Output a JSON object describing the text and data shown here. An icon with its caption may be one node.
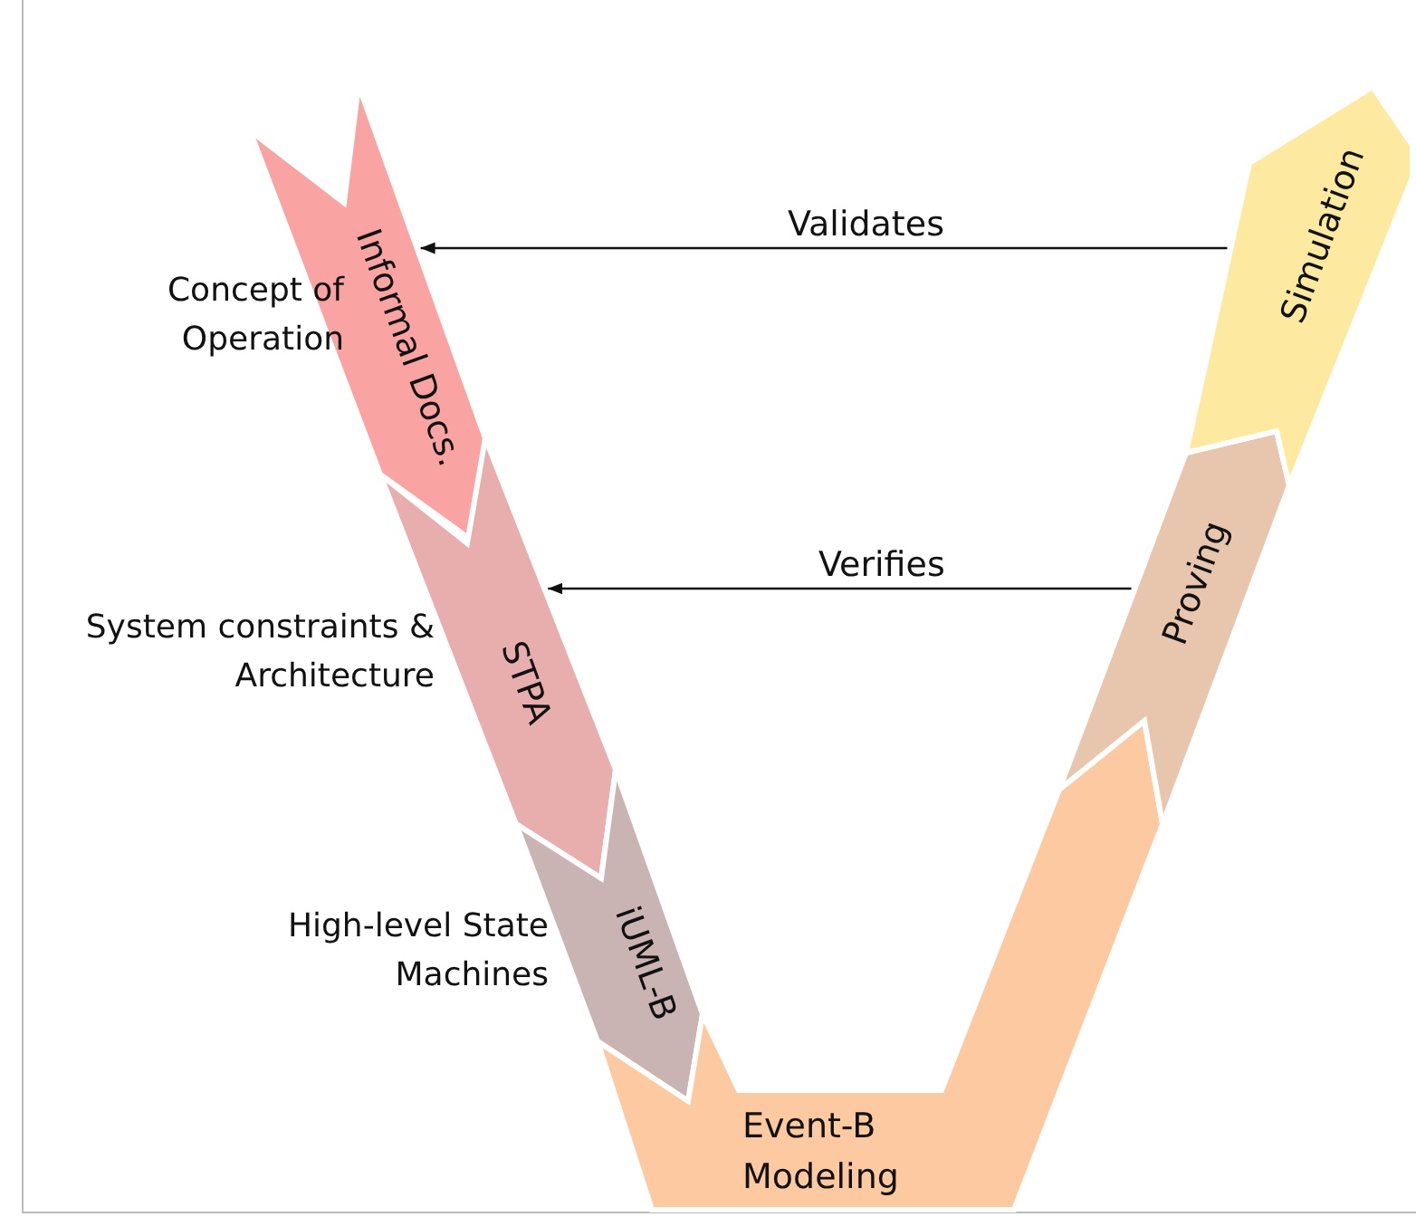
{
  "diagram": {
    "nodes": [
      {
        "text": [
          "Informal Docs."
        ],
        "beside": [
          "Concept of Operation"
        ]
      },
      {
        "text": [
          "STPA"
        ],
        "beside": [
          "System constraints & Architecture"
        ]
      },
      {
        "text": [
          "iUML-B"
        ],
        "beside": [
          "High-level State Machines"
        ]
      },
      {
        "text": [
          "Event-B Modeling"
        ]
      },
      {
        "text": [
          "Proving"
        ]
      },
      {
        "text": [
          "Simulation"
        ]
      }
    ],
    "edges": [
      {
        "from": 5,
        "to": 0,
        "arrow": "to",
        "label": "Validates"
      },
      {
        "from": 4,
        "to": 1,
        "arrow": "to",
        "label": "Verifies"
      }
    ]
  }
}
